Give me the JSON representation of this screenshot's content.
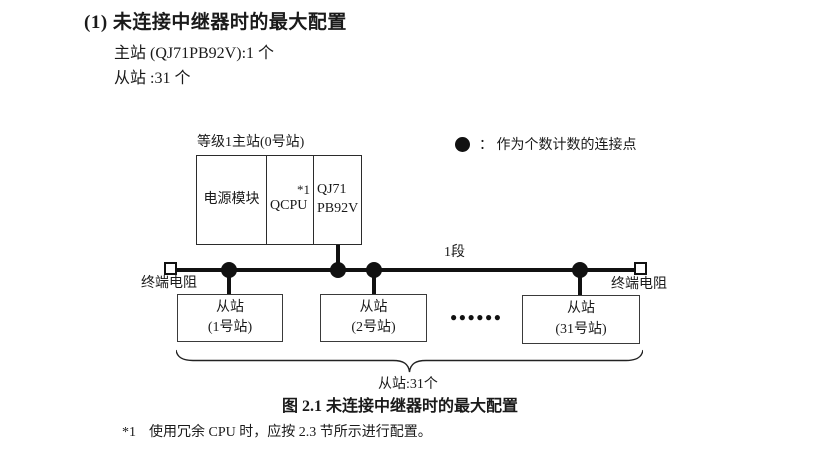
{
  "page": {
    "heading": "(1) 未连接中继器时的最大配置",
    "master_line": "主站 (QJ71PB92V):1 个",
    "slave_line": "从站 :31 个"
  },
  "diagram": {
    "master_label": "等级1主站(0号站)",
    "master_cells": {
      "power": "电源模块",
      "cpu": "QCPU",
      "cpu_note": "*1",
      "module_line1": "QJ71",
      "module_line2": "PB92V"
    },
    "legend": {
      "text": "：  作为个数计数的连接点"
    },
    "segment_label": "1段",
    "terminator_left": "终端电阻",
    "terminator_right": "终端电阻",
    "slaves": [
      {
        "line1": "从站",
        "line2": "(1号站)"
      },
      {
        "line1": "从站",
        "line2": "(2号站)"
      },
      {
        "line1": "从站",
        "line2": "(31号站)"
      }
    ],
    "ellipsis": "●●●●●●",
    "brace_label": "从站:31个"
  },
  "caption": "图 2.1 未连接中继器时的最大配置",
  "footnote": {
    "marker": "*1",
    "text": "使用冗余 CPU 时，应按 2.3 节所示进行配置。"
  }
}
